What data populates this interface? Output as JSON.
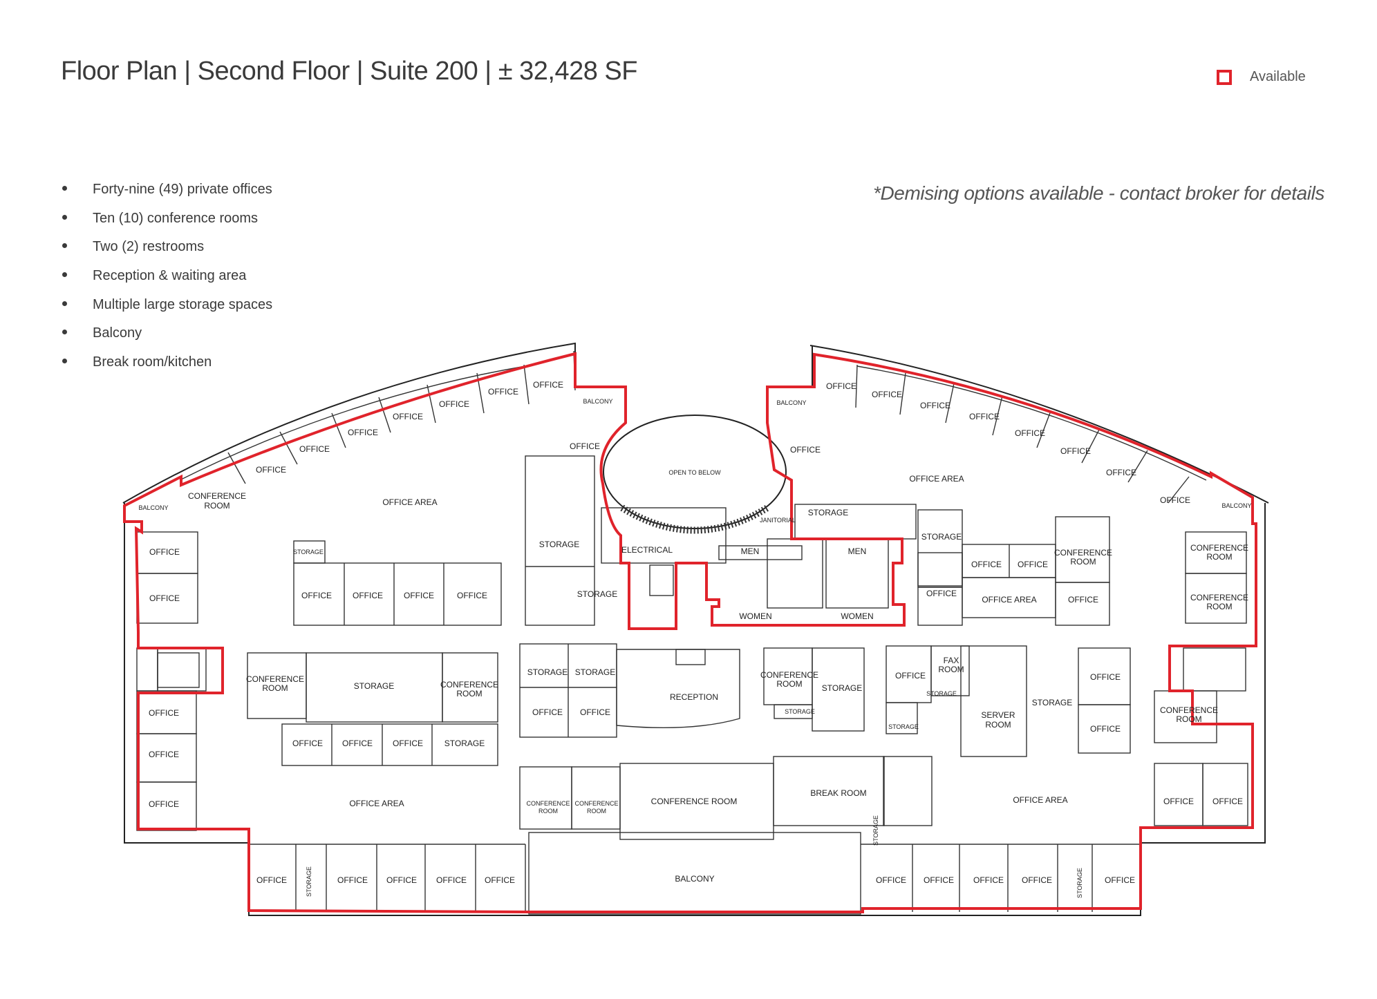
{
  "header": {
    "title": "Floor Plan  |  Second Floor | Suite 200 | ± 32,428 SF"
  },
  "legend": {
    "label": "Available",
    "color": "#e0232b"
  },
  "features": [
    "Forty-nine (49) private offices",
    "Ten (10) conference rooms",
    "Two (2) restrooms",
    "Reception & waiting area",
    "Multiple large storage spaces",
    "Balcony",
    "Break room/kitchen"
  ],
  "note": "*Demising options available - contact broker for details",
  "rooms": {
    "office": "OFFICE",
    "office_area": "OFFICE AREA",
    "balcony": "BALCONY",
    "conference": "CONFERENCE",
    "room": "ROOM",
    "conference_room": "CONFERENCE ROOM",
    "storage": "STORAGE",
    "open_to_below": "OPEN TO BELOW",
    "electrical": "ELECTRICAL",
    "men": "MEN",
    "women": "WOMEN",
    "reception": "RECEPTION",
    "break_room": "BREAK ROOM",
    "fax": "FAX",
    "server": "SERVER",
    "janitorial": "JANITORIAL"
  }
}
